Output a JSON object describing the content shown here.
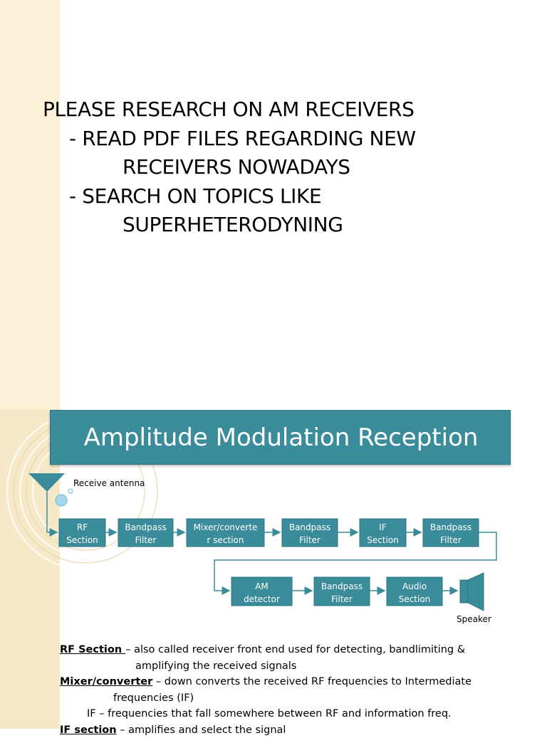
{
  "slide1": {
    "lines": [
      "PLEASE RESEARCH ON AM RECEIVERS",
      "- READ PDF FILES REGARDING NEW",
      "RECEIVERS NOWADAYS",
      "- SEARCH ON TOPICS LIKE",
      "SUPERHETERODYNING"
    ]
  },
  "slide2": {
    "title": "Amplitude Modulation Reception",
    "antenna_label": "Receive antenna",
    "speaker_label": "Speaker",
    "row1": [
      {
        "line1": "RF",
        "line2": "Section"
      },
      {
        "line1": "Bandpass",
        "line2": "Filter"
      },
      {
        "line1": "Mixer/converte",
        "line2": "r section"
      },
      {
        "line1": "Bandpass",
        "line2": "Filter"
      },
      {
        "line1": "IF",
        "line2": "Section"
      },
      {
        "line1": "Bandpass",
        "line2": "Filter"
      }
    ],
    "row2": [
      {
        "line1": "AM",
        "line2": "detector"
      },
      {
        "line1": "Bandpass",
        "line2": "Filter"
      },
      {
        "line1": "Audio",
        "line2": "Section"
      }
    ],
    "box_color": "#3a8c9a",
    "notes": {
      "rf_term": "RF Section ",
      "rf_desc": "– also called receiver front  end used for detecting, bandlimiting &",
      "rf_desc2": "amplifying the received signals",
      "mixer_term": "Mixer/converter",
      "mixer_desc": " – down converts the received RF frequencies to Intermediate",
      "mixer_desc2": "frequencies (IF)",
      "if_line": "IF – frequencies that fall somewhere between RF and information freq.",
      "if_section_term": "IF section",
      "if_section_desc": " – amplifies and select the signal"
    }
  }
}
